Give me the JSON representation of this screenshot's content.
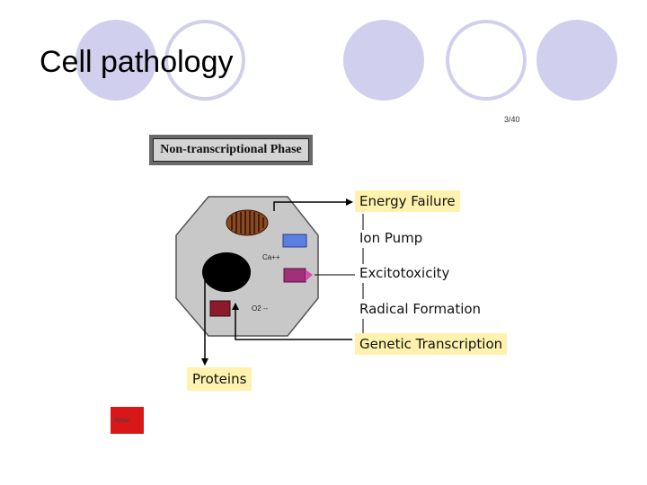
{
  "slide": {
    "title": "Cell pathology",
    "slide_number": "3/40"
  },
  "diagram": {
    "phase_title": "Non-transcriptional Phase",
    "steps": [
      "Energy Failure",
      "Ion Pump",
      "Excitotoxicity",
      "Radical Formation",
      "Genetic Transcription"
    ],
    "output": "Proteins",
    "ion_labels": {
      "calcium": "Ca++",
      "superoxide": "O2 --"
    }
  },
  "nav": {
    "back_label": "Retur"
  },
  "colors": {
    "decor_circle": "#d0d0ee",
    "highlight": "#fff2ae",
    "cell_body": "#c8c8c8",
    "nucleus": "#000000",
    "mitochondrion": "#8b4a20",
    "ion_pump": "#5a7fe0",
    "receptor": "#a0307a",
    "radical_box": "#8b1a2a",
    "back_button": "#d81818"
  }
}
